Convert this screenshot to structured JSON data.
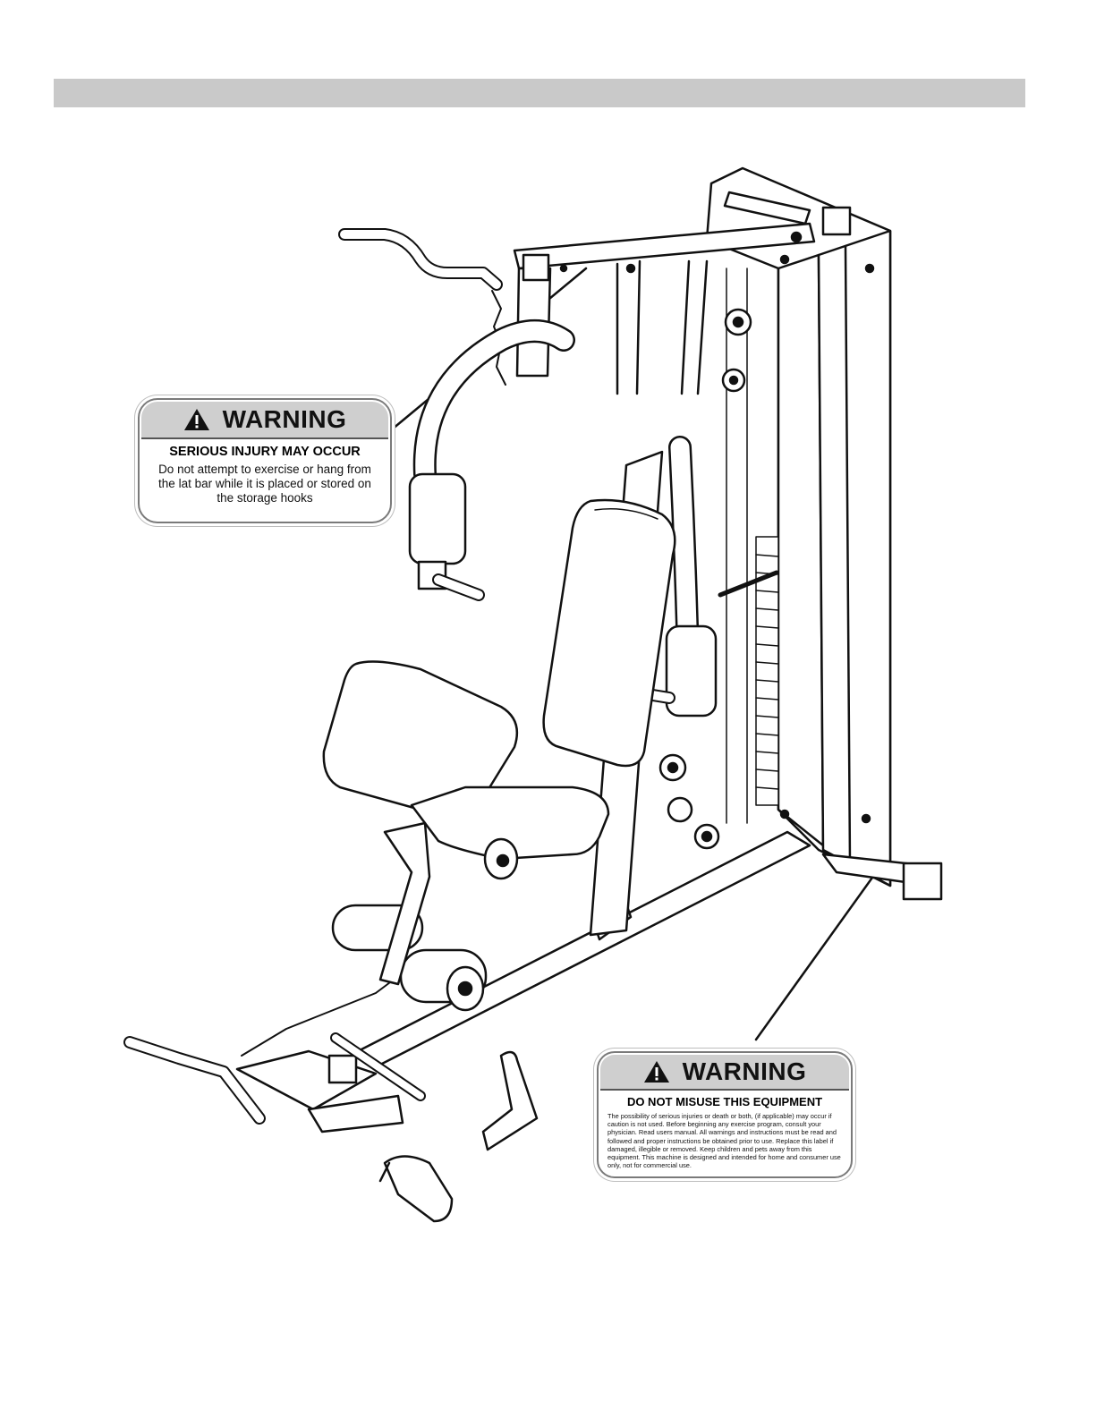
{
  "warning_label_top": {
    "title": "WARNING",
    "subtitle": "SERIOUS INJURY MAY OCCUR",
    "body": "Do not attempt to exercise or hang from the lat bar while it is placed or stored on the storage hooks",
    "icon": "warning-triangle-icon"
  },
  "warning_label_bottom": {
    "title": "WARNING",
    "subtitle": "DO NOT MISUSE THIS EQUIPMENT",
    "body": "The possibility of serious injuries or death or both, (if applicable) may occur if caution is not used. Before beginning any exercise program, consult your physician. Read users manual. All warnings and instructions must be read and followed and proper instructions be obtained prior to use. Replace this label if damaged, illegible or removed. Keep children and pets away from this equipment. This machine is designed and intended for home and consumer use only, not for commercial use.",
    "icon": "warning-triangle-icon"
  },
  "colors": {
    "header_bar": "#c9c9c9",
    "banner": "#cfcfcf",
    "line": "#111111"
  }
}
